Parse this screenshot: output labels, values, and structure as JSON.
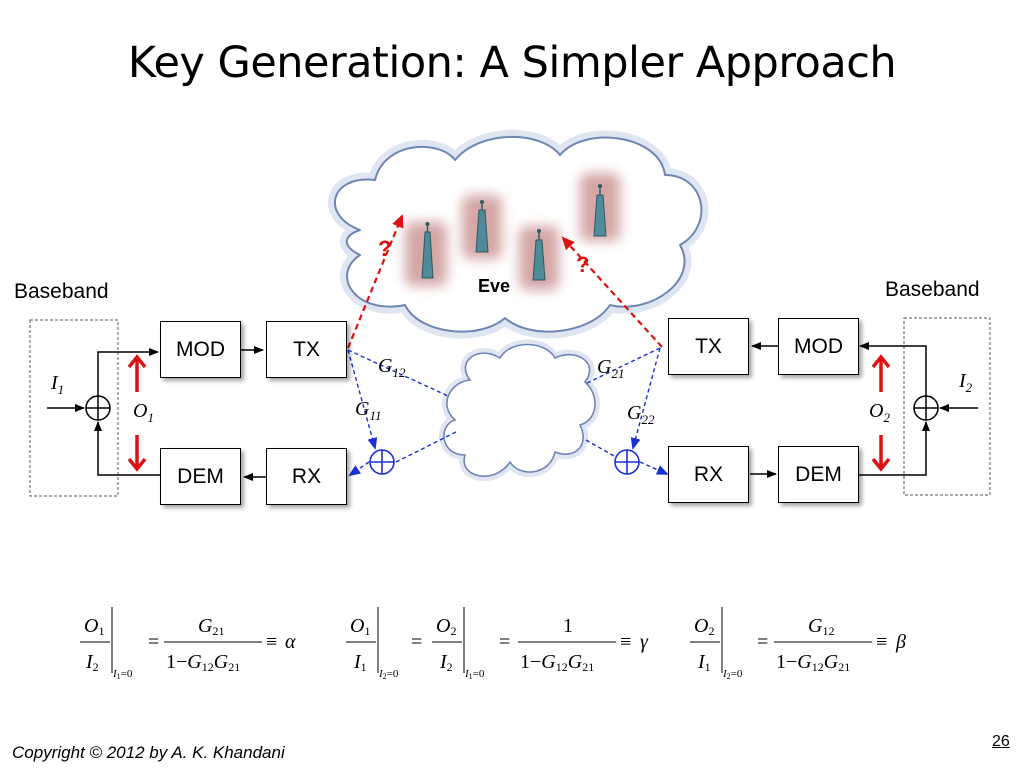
{
  "slide": {
    "title": "Key Generation: A Simpler Approach",
    "copyright": "Copyright © 2012 by A. K. Khandani",
    "page_number": "26"
  },
  "left": {
    "baseband_label": "Baseband",
    "mod_label": "MOD",
    "tx_label": "TX",
    "dem_label": "DEM",
    "rx_label": "RX",
    "input_var": "I",
    "input_sub": "1",
    "output_var": "O",
    "output_sub": "1"
  },
  "right": {
    "baseband_label": "Baseband",
    "mod_label": "MOD",
    "tx_label": "TX",
    "dem_label": "DEM",
    "rx_label": "RX",
    "input_var": "I",
    "input_sub": "2",
    "output_var": "O",
    "output_sub": "2"
  },
  "channel": {
    "g12": "G",
    "g12_sub": "12",
    "g21": "G",
    "g21_sub": "21",
    "g11": "G",
    "g11_sub": "11",
    "g22": "G",
    "g22_sub": "22"
  },
  "eavesdropper": {
    "label": "Eve",
    "question_left": "?",
    "question_right": "?"
  },
  "equations": {
    "eq1": {
      "lhs_num": "O1",
      "lhs_den": "I2",
      "cond": "I1=0",
      "rhs_num": "G21",
      "rhs_den": "1−G12G21",
      "symbol": "α"
    },
    "eq2": {
      "lhs_num": "O1",
      "lhs_den": "I1",
      "cond": "I2=0",
      "mid_num": "O2",
      "mid_den": "I2",
      "mid_cond": "I1=0",
      "rhs_num": "1",
      "rhs_den": "1−G12G21",
      "symbol": "γ"
    },
    "eq3": {
      "lhs_num": "O2",
      "lhs_den": "I1",
      "cond": "I2=0",
      "rhs_num": "G12",
      "rhs_den": "1−G12G21",
      "symbol": "β"
    }
  },
  "colors": {
    "arrow_red": "#dd1111",
    "link_blue": "#1a2fd6",
    "cloud_outline": "#6f86b4",
    "tower": "#4e8a97",
    "tower_glow": "#b86b6b"
  }
}
